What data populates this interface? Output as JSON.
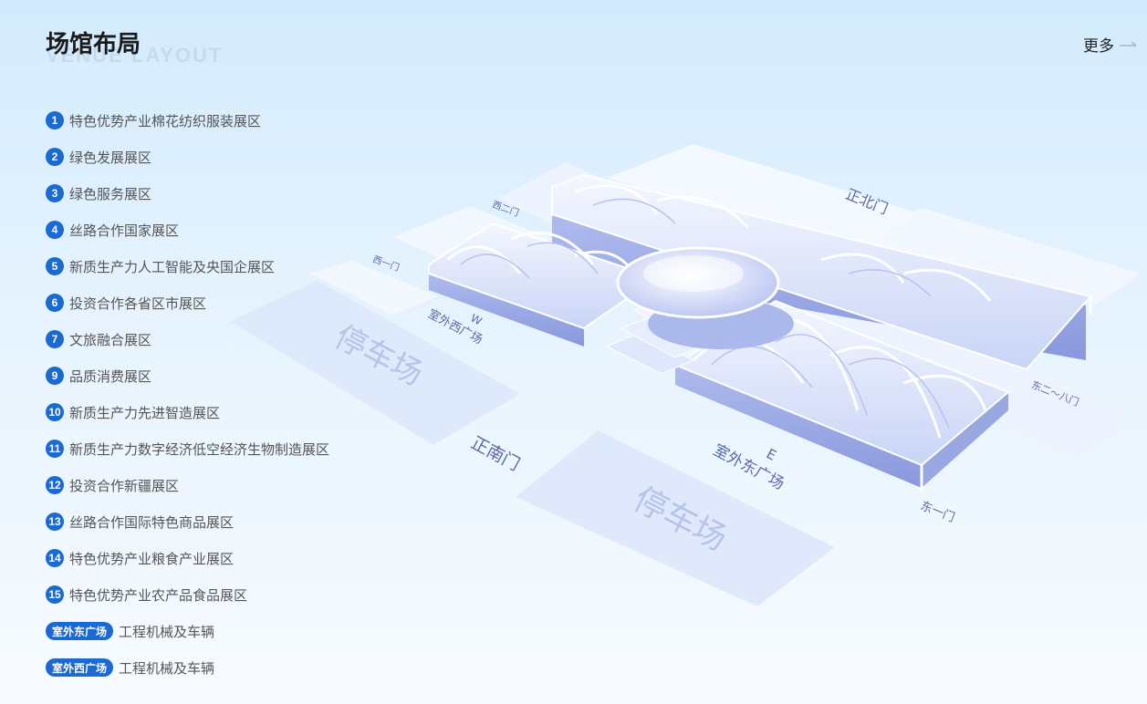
{
  "header": {
    "title": "场馆布局",
    "subtitle": "VENUE LAYOUT",
    "more_label": "更多"
  },
  "zones": [
    {
      "number": "1",
      "label": "特色优势产业棉花纺织服装展区"
    },
    {
      "number": "2",
      "label": "绿色发展展区"
    },
    {
      "number": "3",
      "label": "绿色服务展区"
    },
    {
      "number": "4",
      "label": "丝路合作国家展区"
    },
    {
      "number": "5",
      "label": "新质生产力人工智能及央国企展区"
    },
    {
      "number": "6",
      "label": "投资合作各省区市展区"
    },
    {
      "number": "7",
      "label": "文旅融合展区"
    },
    {
      "number": "9",
      "label": "品质消费展区"
    },
    {
      "number": "10",
      "label": "新质生产力先进智造展区"
    },
    {
      "number": "11",
      "label": "新质生产力数字经济低空经济生物制造展区"
    },
    {
      "number": "12",
      "label": "投资合作新疆展区"
    },
    {
      "number": "13",
      "label": "丝路合作国际特色商品展区"
    },
    {
      "number": "14",
      "label": "特色优势产业粮食产业展区"
    },
    {
      "number": "15",
      "label": "特色优势产业农产品食品展区"
    }
  ],
  "outdoor": [
    {
      "tag": "室外东广场",
      "label": "工程机械及车辆"
    },
    {
      "tag": "室外西广场",
      "label": "工程机械及车辆"
    }
  ],
  "map": {
    "gates": {
      "north": "正北门",
      "south": "正南门",
      "west1": "西一门",
      "west2": "西二门",
      "east1": "东一门",
      "east2_8": "东二～八门"
    },
    "parking": [
      "停车场",
      "停车场"
    ],
    "plaza_west": {
      "letter": "W",
      "name": "室外西广场"
    },
    "plaza_east": {
      "letter": "E",
      "name": "室外东广场"
    }
  },
  "colors": {
    "accent": "#1a6ad6",
    "title": "#1b1b1b",
    "text": "#555555"
  },
  "icons": {
    "more": "arrow-right-icon"
  }
}
